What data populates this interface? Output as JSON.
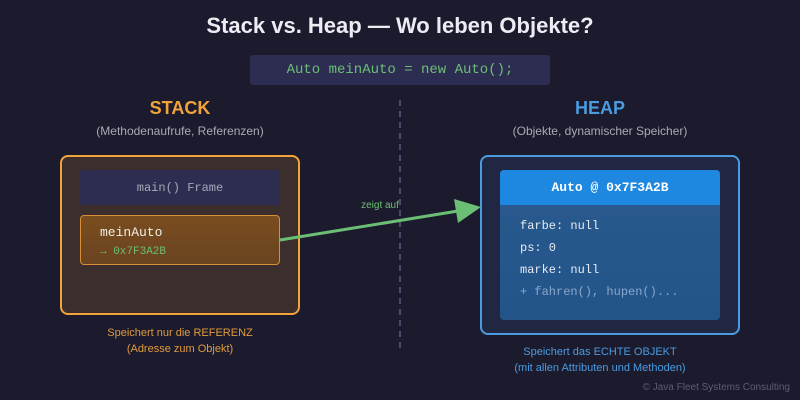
{
  "title": "Stack vs. Heap — Wo leben Objekte?",
  "code_line": "Auto meinAuto = new Auto();",
  "stack": {
    "heading": "STACK",
    "subheading": "(Methodenaufrufe, Referenzen)",
    "frame_label": "main() Frame",
    "variable_name": "meinAuto",
    "variable_reference": "→ 0x7F3A2B",
    "note_line1": "Speichert nur die REFERENZ",
    "note_line2": "(Adresse zum Objekt)"
  },
  "heap": {
    "heading": "HEAP",
    "subheading": "(Objekte, dynamischer Speicher)",
    "object_header": "Auto @ 0x7F3A2B",
    "fields": [
      "farbe: null",
      "ps: 0",
      "marke: null"
    ],
    "methods": "+ fahren(), hupen()...",
    "note_line1": "Speichert das ECHTE OBJEKT",
    "note_line2": "(mit allen Attributen und Methoden)"
  },
  "arrow_label": "zeigt auf",
  "copyright": "© Java Fleet Systems Consulting",
  "colors": {
    "background": "#1c1b2e",
    "stack_accent": "#f2a43a",
    "heap_accent": "#4a9be0",
    "code_green": "#6bbf74",
    "object_header": "#1e87e0"
  }
}
